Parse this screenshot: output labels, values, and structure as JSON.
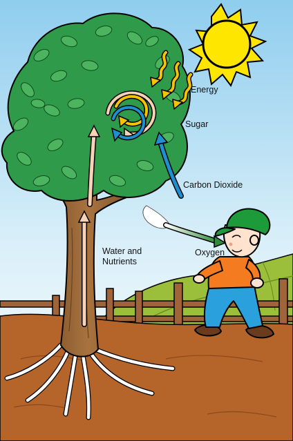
{
  "labels": {
    "energy": "Energy",
    "sugar": "Sugar",
    "carbon_dioxide": "Carbon Dioxide",
    "oxygen": "Oxygen",
    "water_line1": "Water and",
    "water_line2": "Nutrients"
  },
  "colors": {
    "sky": "#bfe3f5",
    "sun": "#ffe600",
    "foliage": "#2f9a4a",
    "trunk": "#9a6a3c",
    "soil": "#b5652a",
    "hills": "#9bbf3b",
    "energy_arrow": "#f5c400",
    "sugar_arrow": "#f6d3b6",
    "co2_arrow": "#1e8fd0",
    "oxygen_arrow": "#3c8d3c",
    "water_arrow": "#f6d3b6",
    "boy_shirt": "#f47b20",
    "boy_pants": "#2aa1dc",
    "boy_cap": "#1d9a3a"
  },
  "icons": [
    "sun-icon",
    "tree",
    "boy-figure",
    "fence"
  ]
}
